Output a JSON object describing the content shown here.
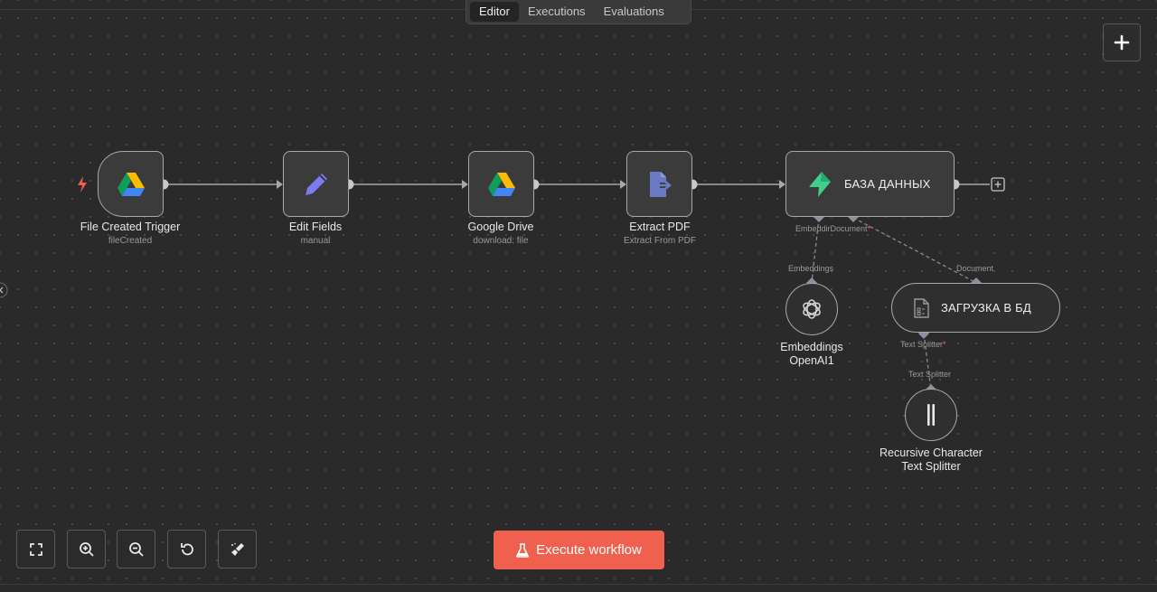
{
  "header": {
    "tabs": [
      {
        "label": "Editor",
        "active": true
      },
      {
        "label": "Executions",
        "active": false
      },
      {
        "label": "Evaluations",
        "active": false
      }
    ]
  },
  "canvas": {
    "add_node_icon": "plus-icon",
    "nodes": [
      {
        "id": "file-created-trigger",
        "title": "File Created Trigger",
        "subtitle": "fileCreated",
        "icon": "google-drive-icon"
      },
      {
        "id": "edit-fields",
        "title": "Edit Fields",
        "subtitle": "manual",
        "icon": "pencil-icon"
      },
      {
        "id": "google-drive",
        "title": "Google Drive",
        "subtitle": "download: file",
        "icon": "google-drive-icon"
      },
      {
        "id": "extract-pdf",
        "title": "Extract PDF",
        "subtitle": "Extract From PDF",
        "icon": "file-export-icon"
      },
      {
        "id": "baza-dannyh",
        "title": "БАЗА ДАННЫХ",
        "icon": "supabase-icon",
        "inputs": {
          "embedding": "Embeddir",
          "document": "Document"
        }
      },
      {
        "id": "embeddings-openai",
        "title_line1": "Embeddings",
        "title_line2": "OpenAI1",
        "icon": "openai-icon",
        "connector": "Embeddings"
      },
      {
        "id": "zagruzka",
        "title": "ЗАГРУЗКА В БД",
        "icon": "document-icon",
        "connector": "Document",
        "input": "Text Splitter"
      },
      {
        "id": "text-splitter",
        "title_line1": "Recursive Character",
        "title_line2": "Text Splitter",
        "icon": "splitter-icon",
        "connector": "Text Splitter"
      }
    ],
    "required_marker": "*"
  },
  "controls": {
    "items": [
      "fit-view-icon",
      "zoom-in-icon",
      "zoom-out-icon",
      "reset-icon",
      "tidy-up-icon"
    ],
    "execute_label": "Execute workflow"
  },
  "colors": {
    "accent": "#f0604f",
    "canvas_bg": "#2a2a2a",
    "node_border": "#a8a8a8",
    "supabase": "#3ecf8e"
  }
}
